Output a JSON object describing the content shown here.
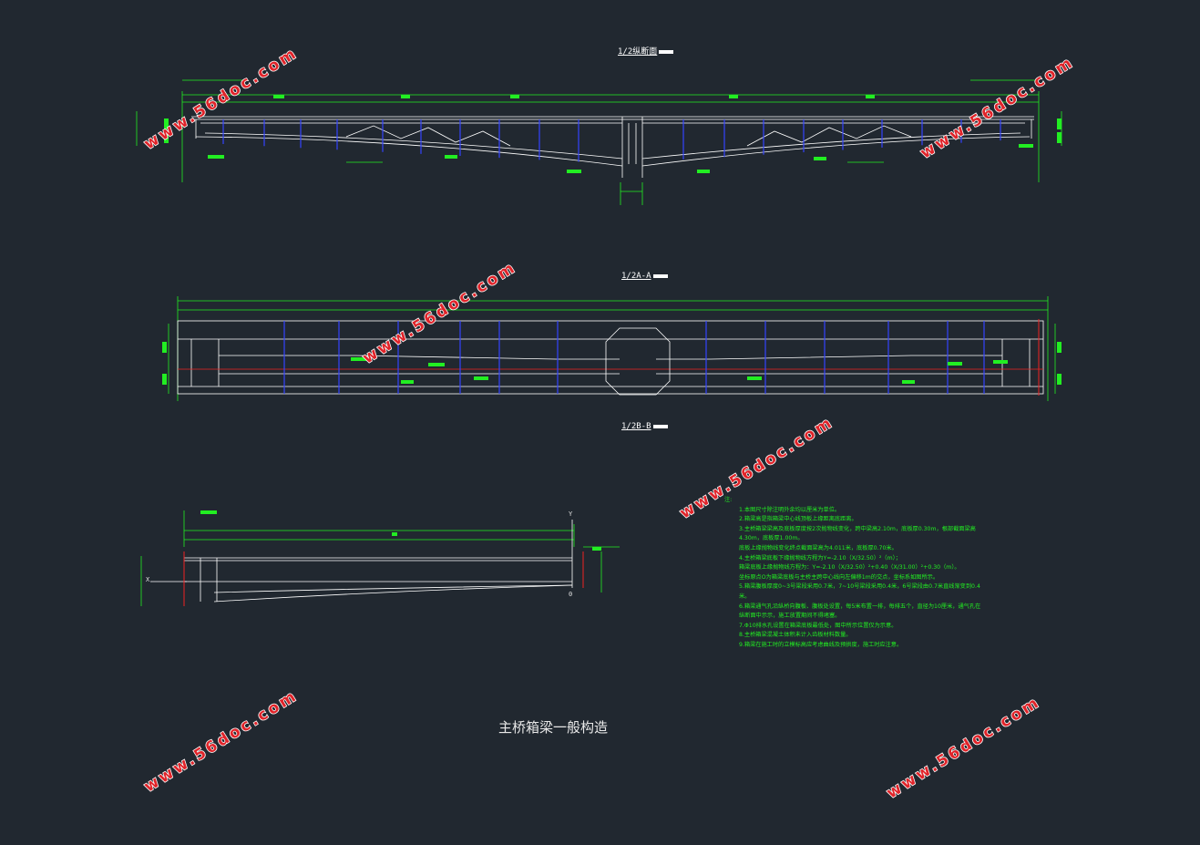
{
  "views": {
    "longitudinal": "1/2纵断面",
    "plan_a": "1/2A-A",
    "plan_b": "1/2B-B"
  },
  "axis_labels": {
    "x": "X",
    "y": "Y",
    "origin": "0"
  },
  "notes": {
    "header": "注:",
    "lines": [
      "1.本图尺寸除注明外余均以厘米为单位。",
      "2.箱梁高是指箱梁中心线顶板上缘距离底距离。",
      "3.主桥箱梁梁高及底板厚度按2次抛物线变化，跨中梁高2.10m，底板厚0.30m，根部截面梁高",
      "4.30m，底板厚1.00m。",
      "底板上缘抛物线变化终点截面梁高为4.011米，底板厚0.70米。",
      "4.主桥箱梁底板下缘抛物线方程为Y=-2.10（X/32.50）²（m）；",
      "箱梁底板上缘抛物线方程为：Y=-2.10（X/32.50）²+0.40（X/31.00）²+0.30（m）。",
      "坐标原点O为箱梁底板与主桥主跨中心线向左偏移1m的交点，坐标系如图所示。",
      "5.箱梁腹板厚度0~3号梁段采用0.7米，7~10号梁段采用0.4米，6号梁段由0.7米直线渐变到0.4",
      "米。",
      "6.箱梁通气孔沿纵桥向腹板、腹板处设置，每5米布置一排，每排五个，直径为10厘米，通气孔在",
      "纵断面中示示，施工放置期间不得堵塞。",
      "7.Φ10排水孔设置在箱梁底板最低处，图中所示位置仅为示意。",
      "8.主桥箱梁混凝土体积未计入齿板材料数量。",
      "9.箱梁在施工时的立模标高应考虑曲线及预拱度，施工时应注意。"
    ]
  },
  "main_title": "主桥箱梁一般构造",
  "watermark": "www.56doc.com",
  "colors": {
    "background": "#212830",
    "line_green": "#22ee22",
    "line_white": "#ffffff",
    "line_blue": "#3344ff",
    "line_red": "#ee2222",
    "watermark_red": "#e0242a"
  }
}
